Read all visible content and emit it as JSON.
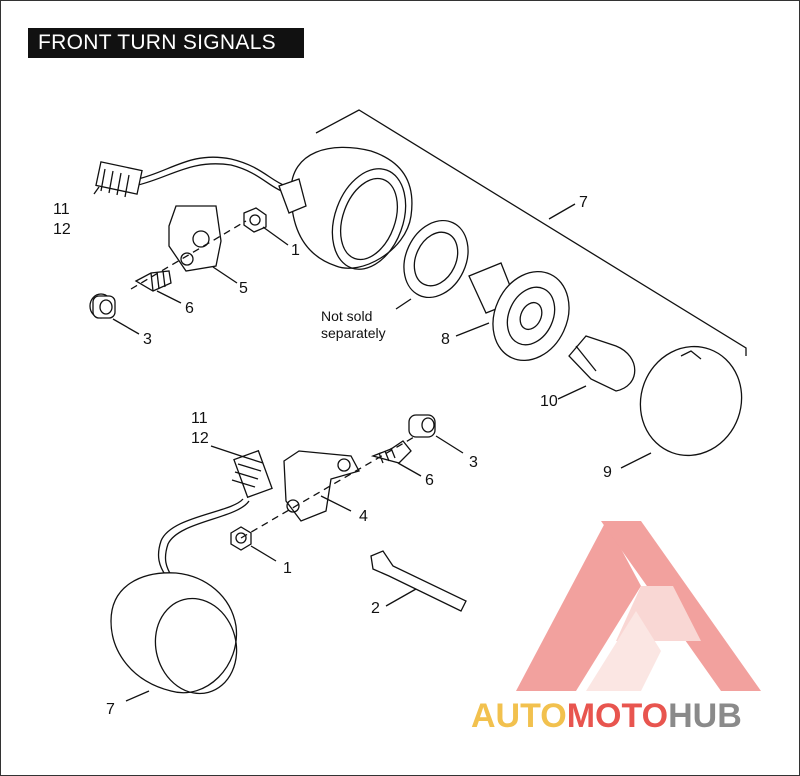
{
  "title": "FRONT TURN SIGNALS",
  "callouts": {
    "c1a": "1",
    "c1b": "1",
    "c2": "2",
    "c3a": "3",
    "c3b": "3",
    "c4": "4",
    "c5": "5",
    "c6a": "6",
    "c6b": "6",
    "c7a": "7",
    "c7b": "7",
    "c8": "8",
    "c9": "9",
    "c10": "10",
    "c11a": "11",
    "c11b": "11",
    "c12a": "12",
    "c12b": "12"
  },
  "note": {
    "line1": "Not sold",
    "line2": "separately"
  },
  "watermark": {
    "part1": "AUTO",
    "part2": "MOTO",
    "part3": "HUB"
  },
  "colors": {
    "watermark_red": "#e8554f",
    "watermark_yellow": "#f2c14e",
    "watermark_gray": "#8a8a8a",
    "ink": "#111111"
  }
}
